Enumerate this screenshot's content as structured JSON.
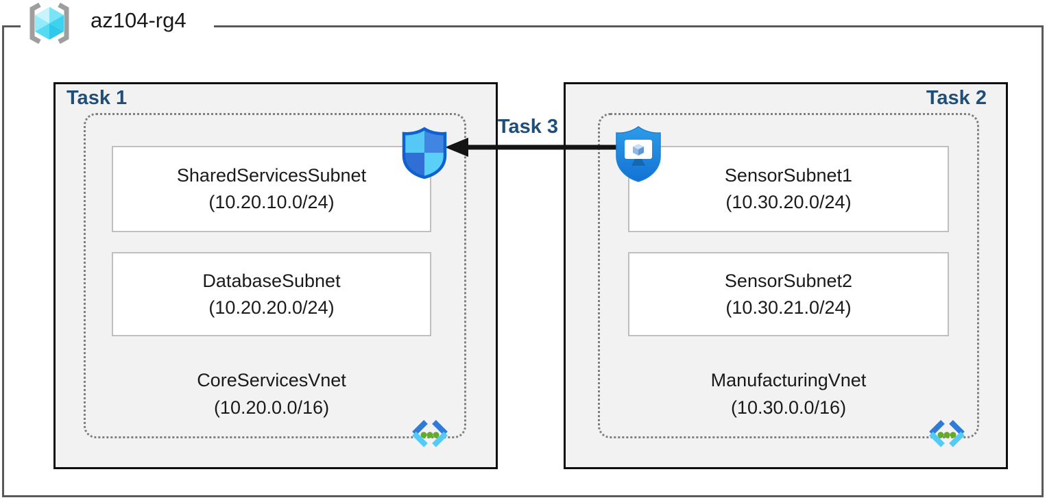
{
  "resource_group": {
    "name": "az104-rg4",
    "icon": "resource-group-icon"
  },
  "tasks": {
    "task1": {
      "label": "Task 1"
    },
    "task2": {
      "label": "Task 2"
    },
    "task3": {
      "label": "Task 3"
    }
  },
  "vnets": [
    {
      "name": "CoreServicesVnet",
      "cidr": "(10.20.0.0/16)",
      "icon": "virtual-network-icon",
      "subnets": [
        {
          "name": "SharedServicesSubnet",
          "cidr": "(10.20.10.0/24)"
        },
        {
          "name": "DatabaseSubnet",
          "cidr": "(10.20.20.0/24)"
        }
      ]
    },
    {
      "name": "ManufacturingVnet",
      "cidr": "(10.30.0.0/16)",
      "icon": "virtual-network-icon",
      "subnets": [
        {
          "name": "SensorSubnet1",
          "cidr": "(10.30.20.0/24)"
        },
        {
          "name": "SensorSubnet2",
          "cidr": "(10.30.21.0/24)"
        }
      ]
    }
  ],
  "connection": {
    "label": "Task 3",
    "from_icon": "bastion-shield-monitor-icon",
    "to_icon": "network-security-group-shield-icon",
    "direction": "right-to-left"
  },
  "colors": {
    "task_label": "#1F4E79",
    "box_background": "#F2F2F2",
    "box_border": "#0D0D0D",
    "outer_border": "#595959",
    "dotted_border": "#7F7F7F",
    "subnet_border": "#BFBFBF",
    "arrow": "#141414",
    "azure_blue": "#1F87DE",
    "icon_cyan": "#55CBF6",
    "green_dot": "#63AC29"
  }
}
